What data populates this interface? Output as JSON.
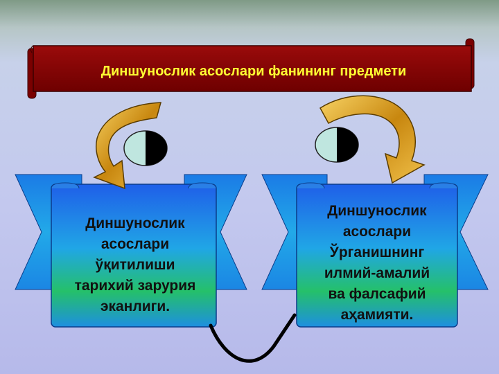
{
  "title": "Диншунослик асослари фанининг предмети",
  "left_box": {
    "lines": [
      "Диншунослик",
      "асослари",
      "ўқитилиши",
      "тарихий зарурия",
      "эканлиги."
    ]
  },
  "right_box": {
    "lines": [
      "Диншунослик",
      "асослари",
      "Ўрганишнинг",
      "илмий-амалий",
      "ва фалсафий",
      "аҳамияти."
    ]
  },
  "colors": {
    "banner": "#8b0000",
    "banner_text": "#ffff33",
    "scroll_blue": "#1e8fe0",
    "scroll_green": "#22b07a",
    "arrow_gold": "#d9a01a"
  },
  "icons": {
    "left_arrow": "curved-arrow-icon",
    "right_arrow": "curved-arrow-icon",
    "left_eye": "eye-icon",
    "right_eye": "eye-icon"
  }
}
